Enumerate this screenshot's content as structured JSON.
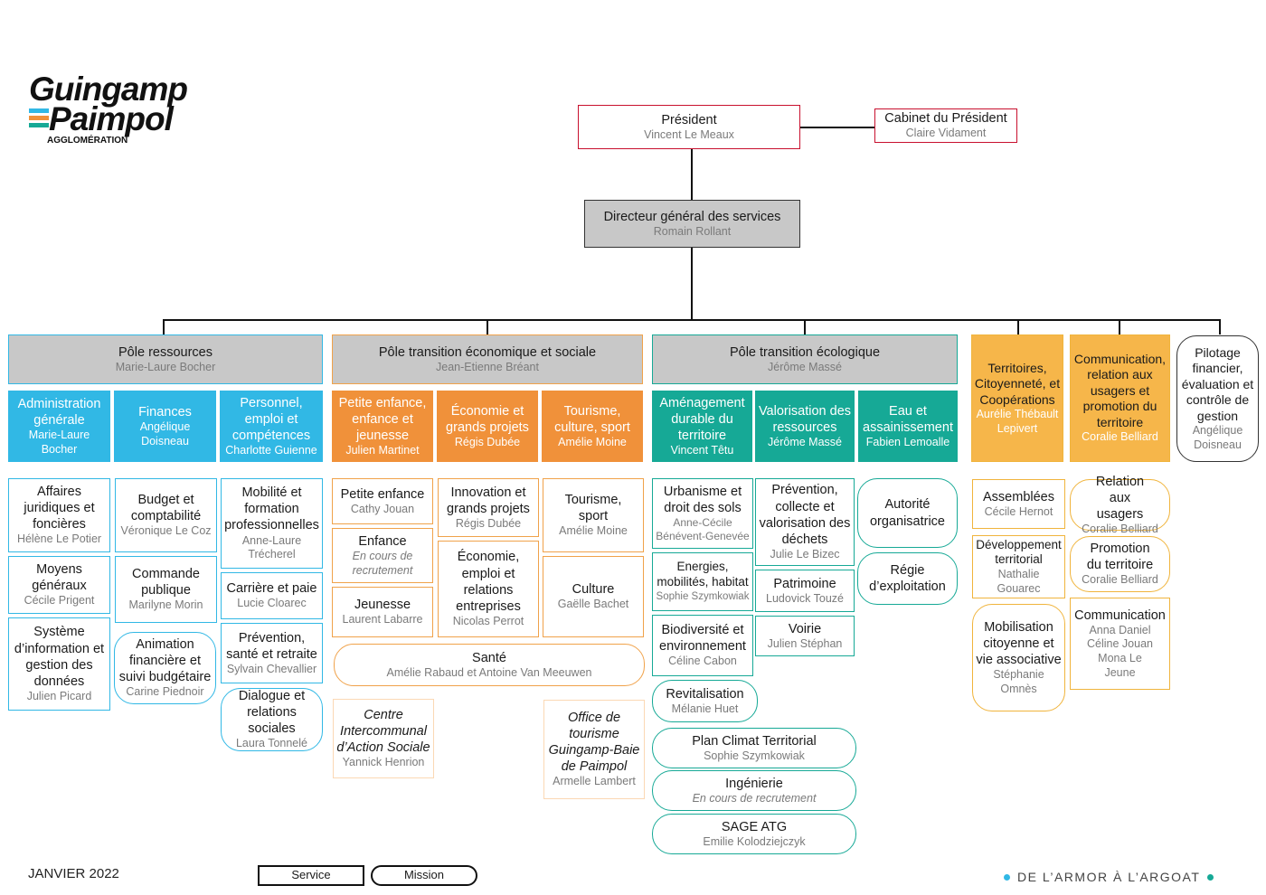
{
  "logo": {
    "line1": "Guingamp",
    "line2": "Paimpol",
    "sub": "AGGLOMÉRATION"
  },
  "president": {
    "title": "Président",
    "name": "Vincent Le Meaux"
  },
  "cabinet": {
    "title": "Cabinet du Président",
    "name": "Claire Vidament"
  },
  "dgs": {
    "title": "Directeur général des services",
    "name": "Romain Rollant"
  },
  "poles": {
    "ressources": {
      "title": "Pôle ressources",
      "name": "Marie-Laure Bocher"
    },
    "eco": {
      "title": "Pôle transition économique et sociale",
      "name": "Jean-Etienne Bréant"
    },
    "ecolo": {
      "title": "Pôle transition écologique",
      "name": "Jérôme Massé"
    },
    "territoires": {
      "title": "Territoires, Citoyenneté, et Coopérations",
      "name": "Aurélie Thébault Lepivert"
    },
    "communication": {
      "title": "Communication, relation aux usagers et promotion du territoire",
      "name": "Coralie Belliard"
    },
    "pilotage": {
      "title": "Pilotage financier, évaluation et contrôle de gestion",
      "name": "Angélique Doisneau"
    }
  },
  "directions": {
    "admin": {
      "title": "Administration générale",
      "name": "Marie-Laure Bocher"
    },
    "finances": {
      "title": "Finances",
      "name": "Angélique Doisneau"
    },
    "personnel": {
      "title": "Personnel, emploi et compétences",
      "name": "Charlotte Guienne"
    },
    "enfance": {
      "title": "Petite enfance, enfance et jeunesse",
      "name": "Julien Martinet"
    },
    "economie": {
      "title": "Économie et grands projets",
      "name": "Régis Dubée"
    },
    "tourisme": {
      "title": "Tourisme, culture, sport",
      "name": "Amélie Moine"
    },
    "amenagement": {
      "title": "Aménagement durable du territoire",
      "name": "Vincent Têtu"
    },
    "valorisation": {
      "title": "Valorisation des ressources",
      "name": "Jérôme Massé"
    },
    "eau": {
      "title": "Eau et assainissement",
      "name": "Fabien Lemoalle"
    }
  },
  "services": {
    "affaires": {
      "title": "Affaires juridiques et foncières",
      "name": "Hélène Le Potier"
    },
    "moyens": {
      "title": "Moyens généraux",
      "name": "Cécile Prigent"
    },
    "si": {
      "title": "Système d’information et gestion des données",
      "name": "Julien Picard"
    },
    "budget": {
      "title": "Budget et comptabilité",
      "name": "Véronique Le Coz"
    },
    "commande": {
      "title": "Commande publique",
      "name": "Marilyne Morin"
    },
    "animation": {
      "title": "Animation financière et suivi budgétaire",
      "name": "Carine Piednoir"
    },
    "mobilite": {
      "title": "Mobilité et formation professionnelles",
      "name": "Anne-Laure Trécherel"
    },
    "carriere": {
      "title": "Carrière et paie",
      "name": "Lucie Cloarec"
    },
    "prevention_sante": {
      "title": "Prévention, santé et retraite",
      "name": "Sylvain Chevallier"
    },
    "dialogue": {
      "title": "Dialogue et relations sociales",
      "name": "Laura Tonnelé"
    },
    "petite_enfance": {
      "title": "Petite enfance",
      "name": "Cathy Jouan"
    },
    "enfance_svc": {
      "title": "Enfance",
      "name": "En cours de recrutement"
    },
    "jeunesse": {
      "title": "Jeunesse",
      "name": "Laurent Labarre"
    },
    "innovation": {
      "title": "Innovation et grands projets",
      "name": "Régis Dubée"
    },
    "economie_emploi": {
      "title": "Économie, emploi et relations entreprises",
      "name": "Nicolas Perrot"
    },
    "tourisme_sport": {
      "title": "Tourisme, sport",
      "name": "Amélie Moine"
    },
    "culture": {
      "title": "Culture",
      "name": "Gaëlle Bachet"
    },
    "sante": {
      "title": "Santé",
      "name": "Amélie Rabaud et Antoine Van Meeuwen"
    },
    "cias": {
      "title": "Centre Intercommunal d’Action Sociale",
      "name": "Yannick Henrion"
    },
    "office": {
      "title": "Office de tourisme Guingamp-Baie de Paimpol",
      "name": "Armelle Lambert"
    },
    "urbanisme": {
      "title": "Urbanisme et droit des sols",
      "name": "Anne-Cécile Bénévent-Genevée"
    },
    "energies": {
      "title": "Energies, mobilités, habitat",
      "name": "Sophie Szymkowiak"
    },
    "biodiversite": {
      "title": "Biodiversité et environnement",
      "name": "Céline Cabon"
    },
    "revitalisation": {
      "title": "Revitalisation",
      "name": "Mélanie Huet"
    },
    "pct": {
      "title": "Plan Climat Territorial",
      "name": "Sophie Szymkowiak"
    },
    "ingenierie": {
      "title": "Ingénierie",
      "name": "En cours de recrutement"
    },
    "sage": {
      "title": "SAGE ATG",
      "name": "Emilie Kolodziejczyk"
    },
    "prevention_dechets": {
      "title": "Prévention, collecte et valorisation des déchets",
      "name": "Julie Le Bizec"
    },
    "patrimoine": {
      "title": "Patrimoine",
      "name": "Ludovick Touzé"
    },
    "voirie": {
      "title": "Voirie",
      "name": "Julien Stéphan"
    },
    "autorite": {
      "title": "Autorité organisatrice",
      "name": ""
    },
    "regie": {
      "title": "Régie d’exploitation",
      "name": ""
    },
    "assemblees": {
      "title": "Assemblées",
      "name": "Cécile Hernot"
    },
    "developpement": {
      "title": "Développement territorial",
      "name": "Nathalie Gouarec"
    },
    "mobilisation": {
      "title": "Mobilisation citoyenne et vie associative",
      "name": "Stéphanie Omnès"
    },
    "relation_usagers": {
      "title": "Relation aux usagers",
      "name": "Coralie Belliard"
    },
    "promotion": {
      "title": "Promotion du territoire",
      "name": "Coralie Belliard"
    },
    "communication_svc": {
      "title": "Communication",
      "name": "Anna Daniel Céline Jouan Mona Le Jeune"
    }
  },
  "footer": {
    "date": "JANVIER 2022",
    "legend_service": "Service",
    "legend_mission": "Mission",
    "slogan": "DE L’ARMOR À L’ARGOAT"
  },
  "colors": {
    "grey": "#c8c8c8",
    "cyan": "#31b8e5",
    "orange": "#f0913a",
    "teal": "#16a996",
    "yellow": "#f6b64a"
  }
}
